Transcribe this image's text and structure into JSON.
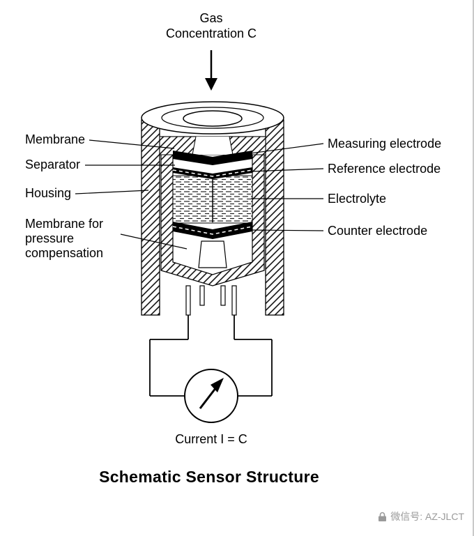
{
  "header": {
    "gas_label_line1": "Gas",
    "gas_label_line2": "Concentration C"
  },
  "labels": {
    "left": [
      {
        "text": "Membrane"
      },
      {
        "text": "Separator"
      },
      {
        "text": "Housing"
      },
      {
        "text": "Membrane for pressure compensation"
      }
    ],
    "right": [
      {
        "text": "Measuring electrode"
      },
      {
        "text": "Reference electrode"
      },
      {
        "text": "Electrolyte"
      },
      {
        "text": "Counter electrode"
      }
    ]
  },
  "meter": {
    "label": "Current I = C"
  },
  "caption": {
    "title": "Schematic Sensor Structure"
  },
  "watermark": {
    "icon": "lock-icon",
    "text": "微信号: AZ-JLCT"
  },
  "colors": {
    "ink": "#000000",
    "watermark": "#9a9a9a",
    "border": "#c9c9c9",
    "background": "#ffffff"
  }
}
